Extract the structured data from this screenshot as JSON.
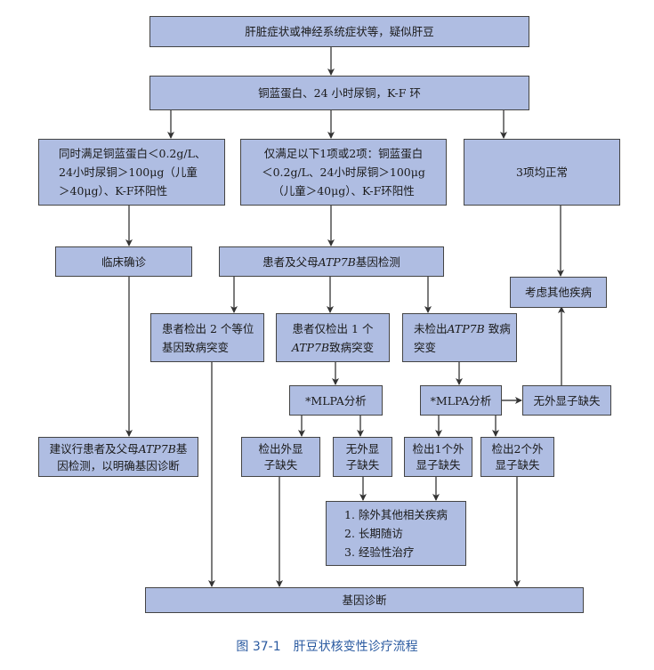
{
  "nodes": {
    "suspect": "肝脏症状或神经系统症状等，疑似肝豆",
    "tests": "铜蓝蛋白、24 小时尿铜，K-F 环",
    "all_criteria": "同时满足铜蓝蛋白＜0.2g/L、\n24小时尿铜＞100μg（儿童\n＞40μg）、K-F环阳性",
    "partial_criteria": "仅满足以下1项或2项：铜蓝蛋白\n＜0.2g/L、24小时尿铜＞100μg\n（儿童＞40μg）、K-F环阳性",
    "all_normal": "3项均正常",
    "clinical_dx": "临床确诊",
    "gene_test": {
      "pre": "患者及父母",
      "gene": "ATP7B",
      "post": "基因检测"
    },
    "consider_other": "考虑其他疾病",
    "two_alleles": "患者检出 2 个等位\n基因致病突变",
    "one_mutation": {
      "line1": "患者仅检出 1 个",
      "gene": "ATP7B",
      "post": "致病突变"
    },
    "no_mutation": {
      "pre": "未检出",
      "gene": "ATP7B",
      "post": " 致病",
      "line2": "突变"
    },
    "mlpa_1": "*MLPA分析",
    "mlpa_2": "*MLPA分析",
    "no_exon_del_right": "无外显子缺失",
    "recommend": {
      "pre": "建议行患者及父母",
      "gene": "ATP7B",
      "post": "基",
      "line2": "因检测，以明确基因诊断"
    },
    "exon_del_found": "检出外显\n子缺失",
    "no_exon_del": "无外显\n子缺失",
    "one_exon_del": "检出1个外\n显子缺失",
    "two_exon_del": "检出2个外\n显子缺失",
    "actions": [
      "1. 除外其他相关疾病",
      "2. 长期随访",
      "3. 经验性治疗"
    ],
    "gene_dx": "基因诊断"
  },
  "caption": "图 37-1　肝豆状核变性诊疗流程"
}
